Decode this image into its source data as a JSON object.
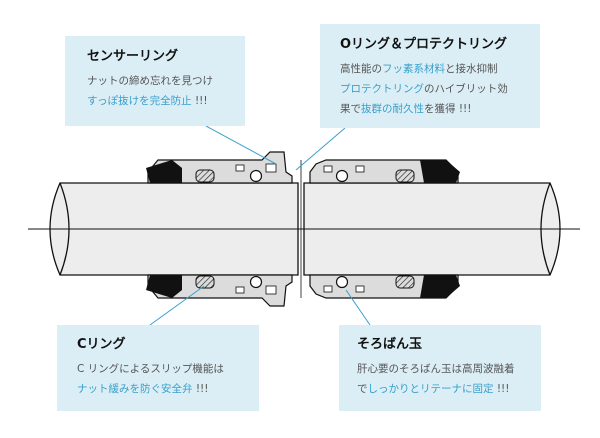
{
  "callouts": {
    "sensor_ring": {
      "title": "センサーリング",
      "line1": "ナットの締め忘れを見つけ",
      "line2_highlight": "すっぽ抜けを完全防止",
      "line2_suffix": "!!!"
    },
    "oring_protect": {
      "title": "Oリング＆プロテクトリング",
      "line1_prefix": "高性能の",
      "line1_highlight": "フッ素系材料",
      "line1_suffix": "と接水抑制",
      "line2_highlight": "プロテクトリング",
      "line2_suffix": "のハイブリット効",
      "line3_prefix": "果で",
      "line3_highlight": "抜群の耐久性",
      "line3_suffix": "を獲得 !!!"
    },
    "c_ring": {
      "title": "Cリング",
      "line1": "C リングによるスリップ機能は",
      "line2_highlight": "ナット緩みを防ぐ安全弁",
      "line2_suffix": "!!!"
    },
    "ball": {
      "title": "そろばん玉",
      "line1": "肝心要のそろばん玉は高周波融着",
      "line2_prefix": "で",
      "line2_highlight": "しっかりとリテーナに固定",
      "line2_suffix": "!!!"
    }
  },
  "colors": {
    "callout_bg": "#dbeef5",
    "highlight": "#3a9fcb",
    "pipe_fill": "#ededed",
    "part_fill": "#dcdcdc",
    "outline": "#111111",
    "leader": "#3a9fcb"
  }
}
